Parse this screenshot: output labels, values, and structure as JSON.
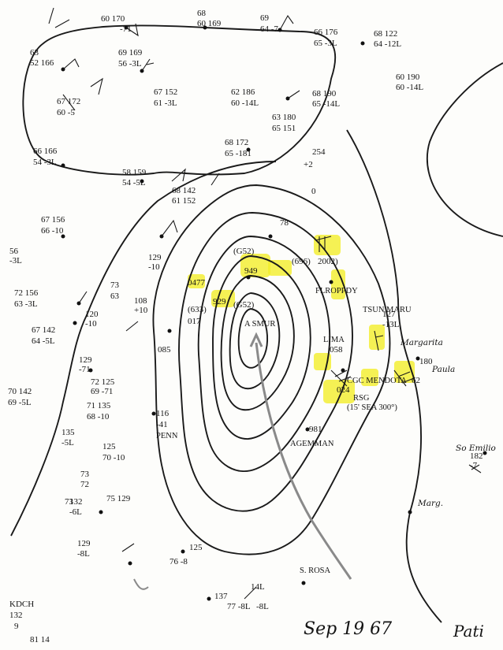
{
  "date_label": "Sep 19 67",
  "corner_label": "Pati",
  "station_corner": {
    "id": "KDCH",
    "pressure": "132",
    "line2": "9",
    "line3": "81  14"
  },
  "highlight_color": "#f2ee2a",
  "ink_color": "#141414",
  "track_color": "#8a8a8a",
  "ships": {
    "flroppdy": "FLROPPDY",
    "tsunmaru": "TSUN MARU",
    "lima": "LIMA",
    "mendota": "CGC MENDOTA",
    "rsg": "RSG",
    "sea": "(15' SEA 300°)",
    "margarita": "Margarita",
    "paula": "Paula",
    "emilio": "So Emilio",
    "marg": "Marg.",
    "agemman": "AGEMMAN",
    "penn": "PENN",
    "rosa": "S. ROSA",
    "center": "A SMUR"
  },
  "codes": {
    "c949": "949",
    "c929": "929",
    "c633": "(633)",
    "c017": "017",
    "c696": "(696)",
    "c002": "2002)",
    "c652": "(G52)",
    "c652b": "(G52)",
    "c0477": "0477",
    "c058": "058",
    "c024": "024",
    "c981": "981",
    "c085": "085"
  },
  "stations": [
    [
      "60 170",
      "-71"
    ],
    [
      "68",
      "60 169"
    ],
    [
      "69",
      "64 -7"
    ],
    [
      "66 176",
      "65 -3L"
    ],
    [
      "68 122",
      "64 -12L"
    ],
    [
      "63",
      "52 166"
    ],
    [
      "69 169",
      "56 -3L"
    ],
    [
      "60 190",
      "60 -14L"
    ],
    [
      "62 186",
      "60 -14L"
    ],
    [
      "68 190",
      "65 -14L"
    ],
    [
      "67 172",
      "60 -5"
    ],
    [
      "67 152",
      "61 -3L"
    ],
    [
      "63 180",
      "65 151"
    ],
    [
      "68 172",
      "65 -181"
    ],
    [
      "66 166",
      "54 -3L"
    ],
    [
      "58 159",
      "54 -5L"
    ],
    [
      "68 142",
      "61 152"
    ],
    [
      "67 156",
      "66 -10"
    ],
    [
      "56",
      "-3L"
    ],
    [
      "72 156",
      "63 -3L"
    ],
    [
      "67 142",
      "64 -5L"
    ],
    [
      "73",
      "63"
    ],
    [
      "108",
      "+10"
    ],
    [
      "129",
      "-10"
    ],
    [
      "120",
      "-10"
    ],
    [
      "129",
      "-71"
    ],
    [
      "72 125",
      "69 -71"
    ],
    [
      "70 142",
      "69 -5L"
    ],
    [
      "71 135",
      "68 -10"
    ],
    [
      "135",
      "-5L"
    ],
    [
      "125",
      "70 -10"
    ],
    [
      "73",
      "72"
    ],
    [
      "75 129",
      "73"
    ],
    [
      "132",
      "-6L"
    ],
    [
      "129",
      "-8L"
    ],
    [
      "125",
      "76 -8"
    ],
    [
      "137",
      "77 -8L"
    ],
    [
      "14L",
      "-8L"
    ],
    [
      "116",
      "-41"
    ],
    [
      "180",
      "62"
    ],
    [
      "127",
      "-13L"
    ],
    [
      "182",
      "-7"
    ]
  ],
  "extra_nums": [
    "254",
    "+2",
    "78",
    "0"
  ]
}
